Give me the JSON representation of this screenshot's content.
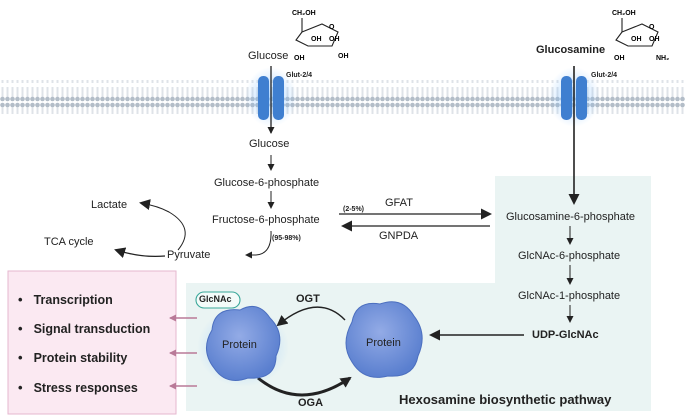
{
  "labels": {
    "glucose_top": "Glucose",
    "glucosamine_top": "Glucosamine",
    "glut_left": "Glut-2/4",
    "glut_right": "Glut-2/4",
    "glucose_in": "Glucose",
    "g6p": "Glucose-6-phosphate",
    "f6p": "Fructose-6-phosphate",
    "lactate": "Lactate",
    "tca": "TCA cycle",
    "pyruvate": "Pyruvate",
    "pct_small": "(2-5%)",
    "pct_large": "(95-98%)",
    "gfat": "GFAT",
    "gnpda": "GNPDA",
    "glcn6p": "Glucosamine-6-phosphate",
    "glcnac6p": "GlcNAc-6-phosphate",
    "glcnac1p": "GlcNAc-1-phosphate",
    "udp_glcnac": "UDP-GlcNAc",
    "ogt": "OGT",
    "oga": "OGA",
    "protein_left": "Protein",
    "protein_right": "Protein",
    "glcnac_tag": "GlcNAc",
    "pathway_title": "Hexosamine biosynthetic pathway"
  },
  "chem": {
    "ch2oh": "CH₂OH",
    "oh": "OH",
    "o": "O",
    "nh2": "NH₂"
  },
  "outcomes": [
    "Transcription",
    "Signal transduction",
    "Protein stability",
    "Stress responses"
  ],
  "colors": {
    "membrane": "#b8c2cc",
    "transporter": "#3f7fd0",
    "hbp_panel": "#eaf4f3",
    "outcome_panel": "#fbe9f2",
    "outcome_border": "#e6b7cf",
    "protein": "#6b8fd6",
    "arrow": "#222222",
    "pink_arrow": "#b97a98"
  }
}
